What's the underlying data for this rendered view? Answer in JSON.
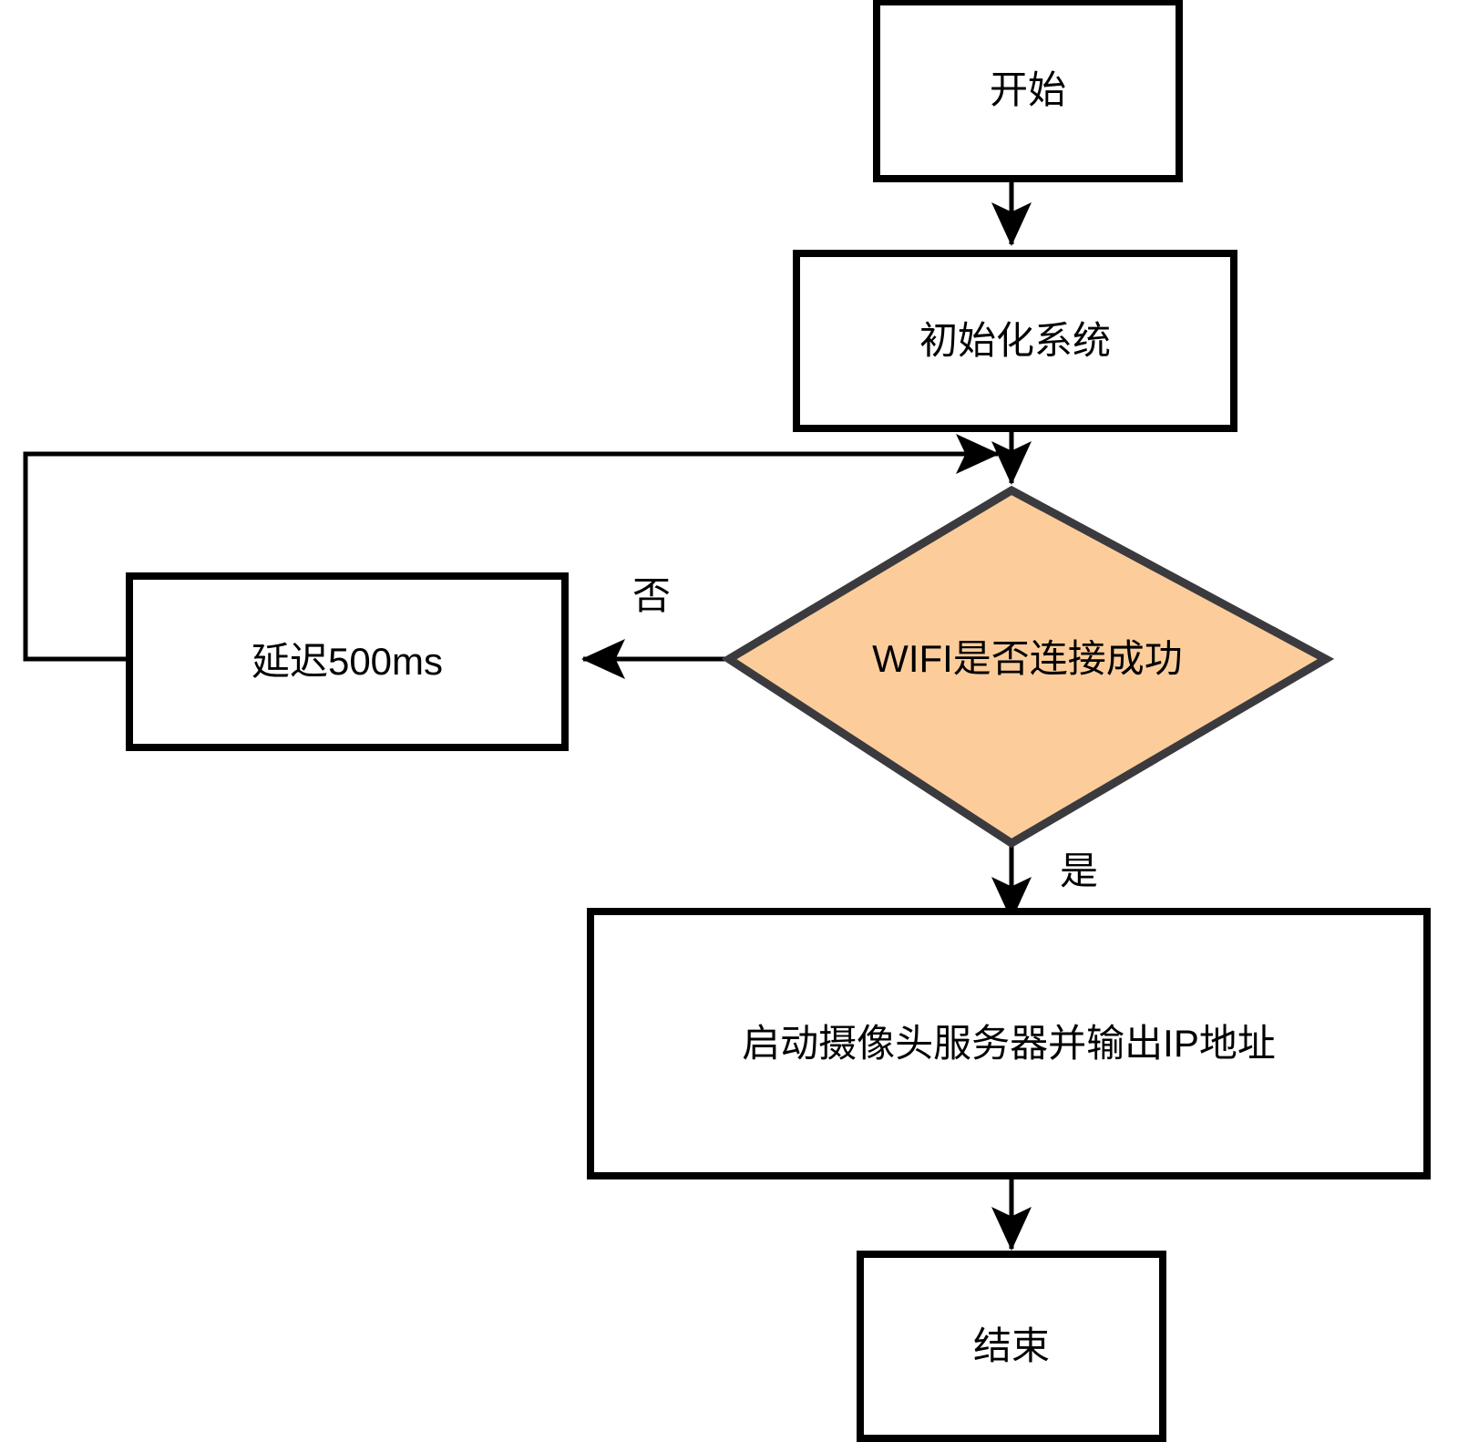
{
  "diagram": {
    "type": "flowchart",
    "orientation": "top-to-bottom",
    "background_color": "#ffffff",
    "colors": {
      "process_fill": "#ffffff",
      "process_stroke": "#000000",
      "decision_fill": "#fccd9b",
      "decision_stroke": "#3b3b3f",
      "edge_stroke": "#000000",
      "text_color": "#000000"
    },
    "nodes": [
      {
        "id": "start",
        "shape": "rectangle",
        "label": "开始"
      },
      {
        "id": "init",
        "shape": "rectangle",
        "label": "初始化系统"
      },
      {
        "id": "wifi_check",
        "shape": "diamond",
        "label": "WIFI是否连接成功"
      },
      {
        "id": "delay",
        "shape": "rectangle",
        "label": "延迟500ms"
      },
      {
        "id": "camera_server",
        "shape": "rectangle",
        "label": "启动摄像头服务器并输出IP地址"
      },
      {
        "id": "end",
        "shape": "rectangle",
        "label": "结束"
      }
    ],
    "edges": [
      {
        "id": "e1",
        "from": "start",
        "to": "init",
        "label": ""
      },
      {
        "id": "e2",
        "from": "init",
        "to": "wifi_check",
        "label": ""
      },
      {
        "id": "e3",
        "from": "wifi_check",
        "to": "delay",
        "label": "否"
      },
      {
        "id": "e4",
        "from": "delay",
        "to": "wifi_check",
        "label": ""
      },
      {
        "id": "e5",
        "from": "wifi_check",
        "to": "camera_server",
        "label": "是"
      },
      {
        "id": "e6",
        "from": "camera_server",
        "to": "end",
        "label": ""
      }
    ]
  }
}
